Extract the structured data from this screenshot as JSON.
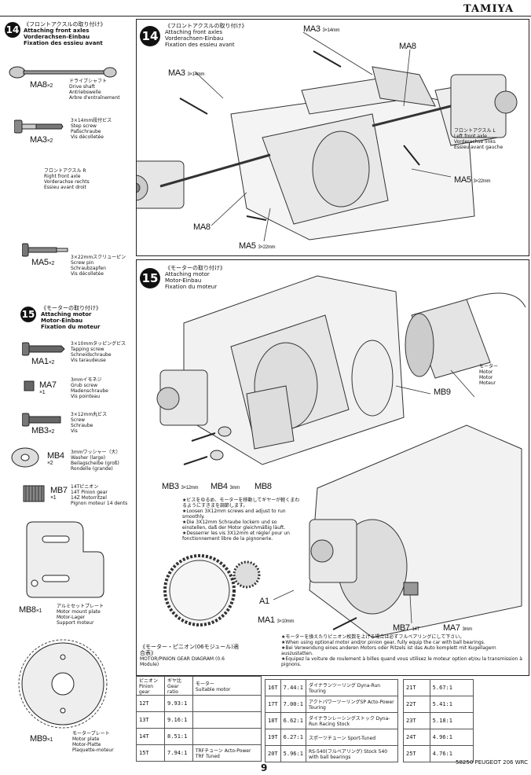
{
  "header": {
    "brand": "TAMIYA"
  },
  "footer": {
    "page_number": "9",
    "product_code": "58250 PEUGEOT 206 WRC"
  },
  "left_column": {
    "step14": {
      "number": "14",
      "title_jp": "《フロントアクスルの取り付け》",
      "title_en": "Attaching front axles",
      "title_de": "Vorderachsen-Einbau",
      "title_fr": "Fixation des essieu avant"
    },
    "parts14": [
      {
        "code": "MA8",
        "qty": "×2",
        "jp": "ドライブシャフト",
        "en": "Drive shaft",
        "de": "Antriebswelle",
        "fr": "Arbre d'entraînement"
      },
      {
        "code": "MA3",
        "qty": "×2",
        "jp": "3×14mm段付ビス",
        "en": "Step screw",
        "de": "Paßschraube",
        "fr": "Vis décolletée"
      },
      {
        "code": "MA5",
        "qty": "×2",
        "jp": "3×22mmスクリューピン",
        "en": "Screw pin",
        "de": "Schraubzapfen",
        "fr": "Vis décolletée"
      }
    ],
    "axle_right": {
      "jp": "フロントアクスル R",
      "en": "Right front axle",
      "de": "Vorderachse rechts",
      "fr": "Essieu avant droit"
    },
    "step15": {
      "number": "15",
      "title_jp": "《モーターの取り付け》",
      "title_en": "Attaching motor",
      "title_de": "Motor-Einbau",
      "title_fr": "Fixation du moteur"
    },
    "parts15": [
      {
        "code": "MA1",
        "qty": "×2",
        "jp": "3×10mmタッピングビス",
        "en": "Tapping screw",
        "de": "Schneidschraube",
        "fr": "Vis taraudeuse"
      },
      {
        "code": "MA7",
        "qty": "×1",
        "jp": "3mmイモネジ",
        "en": "Grub screw",
        "de": "Madenschraube",
        "fr": "Vis pointeau"
      },
      {
        "code": "MB3",
        "qty": "×2",
        "jp": "3×12mm丸ビス",
        "en": "Screw",
        "de": "Schraube",
        "fr": "Vis"
      },
      {
        "code": "MB4",
        "qty": "×2",
        "jp": "3mmワッシャー（大）",
        "en": "Washer (large)",
        "de": "Beilagscheibe (groß)",
        "fr": "Rondelle (grande)"
      },
      {
        "code": "MB7",
        "qty": "×1",
        "jp": "14Tピニオン",
        "en": "14T Pinion gear",
        "de": "14Z Motorritzel",
        "fr": "Pignon moteur 14 dents"
      },
      {
        "code": "MB8",
        "qty": "×1",
        "jp": "アルミセットプレート",
        "en": "Motor mount plate",
        "de": "Motor-Lager",
        "fr": "Support moteur"
      },
      {
        "code": "MB9",
        "qty": "×1",
        "jp": "モータープレート",
        "en": "Motor plate",
        "de": "Motor-Platte",
        "fr": "Plaquette-moteur"
      }
    ]
  },
  "panel14": {
    "number": "14",
    "title_jp": "《フロントアクスルの取り付け》",
    "title_en": "Attaching front axles",
    "title_de": "Vorderachsen-Einbau",
    "title_fr": "Fixation des essieu avant",
    "callouts": {
      "ma3_top": "MA3",
      "ma3_top_size": "3×14mm",
      "ma8_top": "MA8",
      "ma3_left": "MA3",
      "ma3_left_size": "3×14mm",
      "ma5_right": "MA5",
      "ma5_right_size": "3×22mm",
      "ma8_bottom": "MA8",
      "ma5_bottom": "MA5",
      "ma5_bottom_size": "3×22mm"
    },
    "axle_left": {
      "jp": "フロントアクスル L",
      "en": "Left front axle",
      "de": "Vorderachse links",
      "fr": "Essieu avant gauche"
    }
  },
  "panel15": {
    "number": "15",
    "title_jp": "《モーターの取り付け》",
    "title_en": "Attaching motor",
    "title_de": "Motor-Einbau",
    "title_fr": "Fixation du moteur",
    "motor": {
      "jp": "モーター",
      "en": "Motor",
      "de": "Motor",
      "fr": "Moteur"
    },
    "callouts": {
      "mb9": "MB9",
      "mb3": "MB3",
      "mb3_size": "3×12mm",
      "mb4": "MB4",
      "mb4_size": "3mm",
      "mb8": "MB8",
      "a1": "A1",
      "ma1": "MA1",
      "ma1_size": "3×10mm",
      "mb7": "MB7",
      "mb7_size": "14T",
      "ma7": "MA7",
      "ma7_size": "3mm"
    },
    "note1": [
      "★ビスをゆるめ、モーターを移動してギヤーが軽くまわるようにすきまを調節します。",
      "★Loosen 3X12mm screws and adjust to run smoothly.",
      "★Die 3X12mm Schraube lockern und so einstellen, daß der Motor gleichmäßig läuft.",
      "★Desserrer les vis 3X12mm et régler pour un fonctionnement libre de la pignonerie."
    ],
    "note2": [
      "★モーターを換えたりピニオン枚数を上げる場合は必ずフルベアリングにして下さい。",
      "★When using optional motor and/or pinion gear, fully equip the car with ball bearings.",
      "★Bei Verwendung eines anderen Motors oder Ritzels ist das Auto komplett mit Kugellagern auszustatten.",
      "★Equipez la voiture de roulement à billes quand vous utilisez le moteur option et/ou la transmission à pignons."
    ]
  },
  "gear_diagram": {
    "title_jp": "《モーター・ピニオン(06モジュール)適合表》",
    "title_en": "MOTOR/PINION GEAR DIAGRAM (0.6 Module)",
    "headers": [
      {
        "jp": "ピニオン",
        "en": "Pinion gear"
      },
      {
        "jp": "ギヤ比",
        "en": "Gear ratio"
      },
      {
        "jp": "モーター",
        "en": "Suitable motor"
      }
    ],
    "col1": [
      {
        "pinion": "12T",
        "ratio": "9.93:1",
        "motor": ""
      },
      {
        "pinion": "13T",
        "ratio": "9.16:1",
        "motor": ""
      },
      {
        "pinion": "14T",
        "ratio": "8.51:1",
        "motor": ""
      },
      {
        "pinion": "15T",
        "ratio": "7.94:1",
        "motor": "TRFチューン Acto-Power TRF Tuned"
      }
    ],
    "col2": [
      {
        "pinion": "16T",
        "ratio": "7.44:1",
        "motor": "ダイナランツーリング Dyna-Run Touring"
      },
      {
        "pinion": "17T",
        "ratio": "7.00:1",
        "motor": "アクトパワーツーリングSP Acto-Power Touring"
      },
      {
        "pinion": "18T",
        "ratio": "6.62:1",
        "motor": "ダイナランレーシングストック Dyna-Run Racing Stock"
      },
      {
        "pinion": "19T",
        "ratio": "6.27:1",
        "motor": "スポーツチューン Sport-Tuned"
      },
      {
        "pinion": "20T",
        "ratio": "5.96:1",
        "motor": "RS-540(フルベアリング) Stock 540 with ball bearings"
      }
    ],
    "col3": [
      {
        "pinion": "21T",
        "ratio": "5.67:1"
      },
      {
        "pinion": "22T",
        "ratio": "5.41:1"
      },
      {
        "pinion": "23T",
        "ratio": "5.18:1"
      },
      {
        "pinion": "24T",
        "ratio": "4.96:1"
      },
      {
        "pinion": "25T",
        "ratio": "4.76:1"
      }
    ]
  }
}
